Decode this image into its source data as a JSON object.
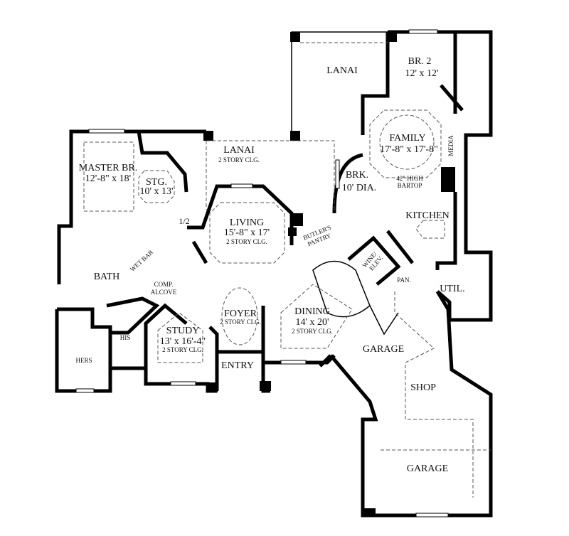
{
  "plan": {
    "colors": {
      "wall": "#000000",
      "background": "#ffffff",
      "dashed": "#555555"
    },
    "rooms": {
      "lanai_upper": {
        "name": "LANAI"
      },
      "br2": {
        "name": "BR. 2",
        "size": "12' x 12'"
      },
      "family": {
        "name": "FAMILY",
        "size": "17'-8\" x 17'-8\""
      },
      "media": {
        "name": "MEDIA"
      },
      "lanai_lower": {
        "name": "LANAI",
        "note": "2 STORY CLG."
      },
      "master": {
        "name": "MASTER BR.",
        "size": "12'-8\" x 18'"
      },
      "stg": {
        "name": "STG.",
        "size": "10' x 13'"
      },
      "brk": {
        "name": "BRK.",
        "size": "10' DIA."
      },
      "bartop": {
        "line1": "42\" HIGH",
        "line2": "BARTOP"
      },
      "kitchen": {
        "name": "KITCHEN"
      },
      "living": {
        "name": "LIVING",
        "size": "15'-8\" x 17'",
        "note": "2 STORY CLG."
      },
      "half_bath": {
        "name": "1/2"
      },
      "butlers": {
        "line1": "BUTLER'S",
        "line2": "PANTRY"
      },
      "wet_bar": {
        "name": "WET BAR"
      },
      "bath": {
        "name": "BATH"
      },
      "comp": {
        "line1": "COMP.",
        "line2": "ALCOVE"
      },
      "wine": {
        "line1": "WINE/",
        "line2": "ELEV."
      },
      "pan": {
        "name": "PAN."
      },
      "util": {
        "name": "UTIL."
      },
      "foyer": {
        "name": "FOYER",
        "note": "2 STORY CLG."
      },
      "dining": {
        "name": "DINING",
        "size": "14' x 20'",
        "note": "2 STORY CLG."
      },
      "study": {
        "name": "STUDY",
        "size": "13' x 16'-4\"",
        "note": "2 STORY CLG."
      },
      "his": {
        "name": "HIS"
      },
      "hers": {
        "name": "HERS"
      },
      "entry": {
        "name": "ENTRY"
      },
      "garage1": {
        "name": "GARAGE"
      },
      "shop": {
        "name": "SHOP"
      },
      "garage2": {
        "name": "GARAGE"
      }
    }
  }
}
